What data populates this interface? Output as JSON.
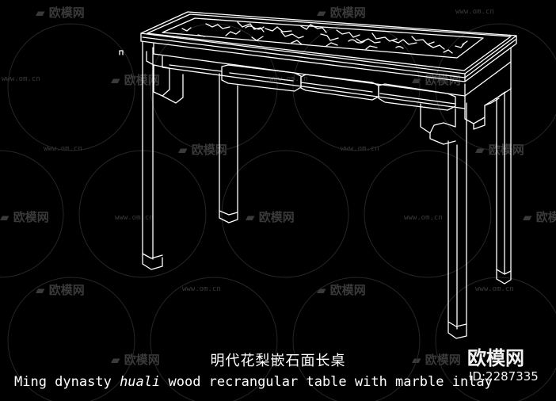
{
  "caption": {
    "chinese_title": "明代花梨嵌石面长桌",
    "english_before": "Ming dynasty ",
    "english_italic": "huali",
    "english_after": " wood recrangular table with marble inlay"
  },
  "watermark": {
    "logo_text": "欧模网",
    "url_text": "www.om.cn",
    "brand": "欧模网",
    "id_label": "ID:2287335"
  },
  "colors": {
    "background": "#000000",
    "line": "#ffffff",
    "watermark": "#3a3a3a"
  }
}
